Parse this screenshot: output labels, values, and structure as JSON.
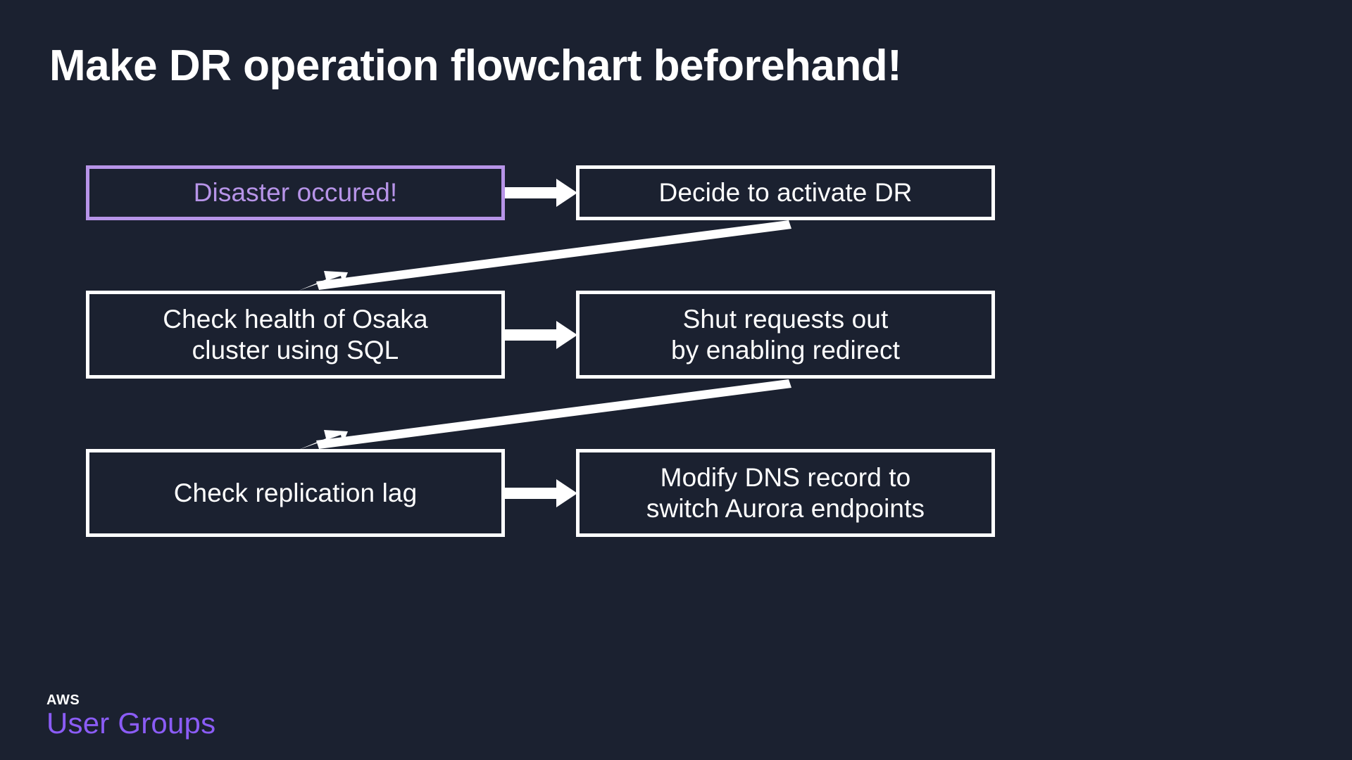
{
  "slide": {
    "title": "Make DR operation flowchart beforehand!",
    "background_color": "#1b2130",
    "text_color": "#ffffff",
    "accent_color": "#b794e8"
  },
  "flowchart": {
    "nodes": [
      {
        "id": "disaster",
        "label": "Disaster occured!",
        "style": "start",
        "border_color": "#b794e8",
        "text_color": "#b794e8"
      },
      {
        "id": "decide",
        "label": "Decide to activate DR",
        "style": "step",
        "border_color": "#ffffff",
        "text_color": "#ffffff"
      },
      {
        "id": "check_health",
        "label": "Check health of Osaka\ncluster using SQL",
        "style": "step",
        "border_color": "#ffffff",
        "text_color": "#ffffff"
      },
      {
        "id": "shut_requests",
        "label": "Shut requests out\nby enabling redirect",
        "style": "step",
        "border_color": "#ffffff",
        "text_color": "#ffffff"
      },
      {
        "id": "check_lag",
        "label": "Check replication lag",
        "style": "step",
        "border_color": "#ffffff",
        "text_color": "#ffffff"
      },
      {
        "id": "modify_dns",
        "label": "Modify DNS record to\nswitch Aurora endpoints",
        "style": "step",
        "border_color": "#ffffff",
        "text_color": "#ffffff"
      }
    ],
    "edges": [
      {
        "from": "disaster",
        "to": "decide",
        "kind": "horizontal"
      },
      {
        "from": "decide",
        "to": "check_health",
        "kind": "diagonal"
      },
      {
        "from": "check_health",
        "to": "shut_requests",
        "kind": "horizontal"
      },
      {
        "from": "shut_requests",
        "to": "check_lag",
        "kind": "diagonal"
      },
      {
        "from": "check_lag",
        "to": "modify_dns",
        "kind": "horizontal"
      }
    ],
    "edge_color": "#ffffff"
  },
  "logo": {
    "brand": "AWS",
    "name": "User Groups",
    "brand_color": "#ffffff",
    "name_color": "#8b5cf6"
  }
}
